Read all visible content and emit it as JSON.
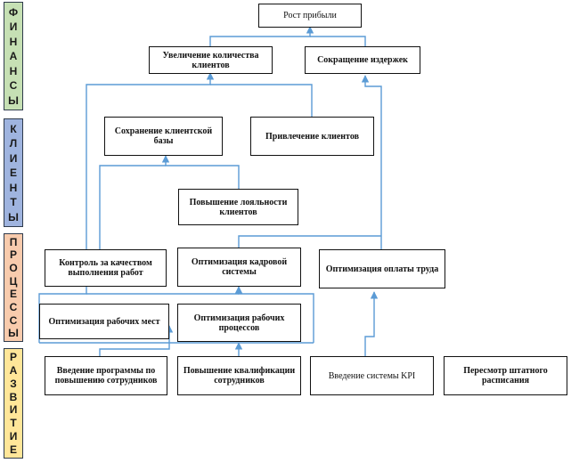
{
  "bands": [
    {
      "id": "finance",
      "letters": [
        "Ф",
        "И",
        "Н",
        "А",
        "Н",
        "С",
        "Ы"
      ],
      "color": "#c6e0b4"
    },
    {
      "id": "clients",
      "letters": [
        "К",
        "Л",
        "И",
        "Е",
        "Н",
        "Т",
        "Ы"
      ],
      "color": "#9fb4df"
    },
    {
      "id": "processes",
      "letters": [
        "П",
        "Р",
        "О",
        "Ц",
        "Е",
        "С",
        "С",
        "Ы"
      ],
      "color": "#f8cbad"
    },
    {
      "id": "development",
      "letters": [
        "Р",
        "А",
        "З",
        "В",
        "И",
        "Т",
        "И",
        "Е"
      ],
      "color": "#ffe699"
    }
  ],
  "nodes": {
    "profit_growth": "Рост прибыли",
    "client_growth": "Увеличение количества клиентов",
    "cost_reduction": "Сокращение издержек",
    "client_retention": "Сохранение клиентской базы",
    "client_attraction": "Привлечение клиентов",
    "loyalty": "Повышение лояльности клиентов",
    "quality_control": "Контроль за качеством выполнения работ",
    "hr_optimization": "Оптимизация кадровой системы",
    "pay_optimization": "Оптимизация оплаты труда",
    "workplace_optimization": "Оптимизация рабочих мест",
    "process_optimization": "Оптимизация рабочих процессов",
    "staff_program": "Введение программы по повышению сотрудников",
    "qualification": "Повышение квалификации сотрудников",
    "kpi": "Введение системы KPI",
    "staffing": "Пересмотр штатного расписания"
  },
  "colors": {
    "connector": "#5b9bd5",
    "border": "#111111"
  }
}
